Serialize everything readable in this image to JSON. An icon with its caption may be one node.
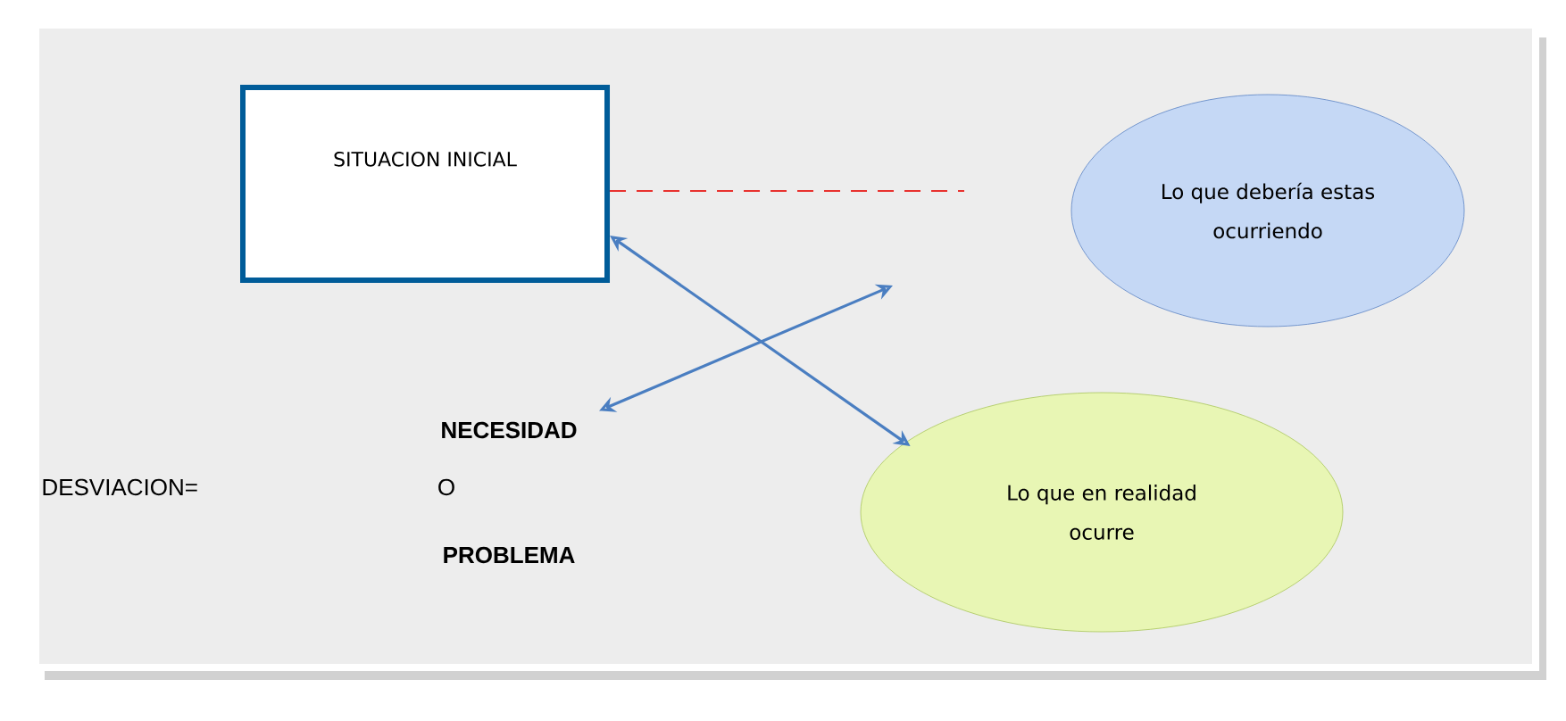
{
  "diagram": {
    "nodes": [
      {
        "text": [
          "SITUACION INICIAL"
        ]
      },
      {
        "text": [
          "Lo que debería estas ocurriendo"
        ]
      },
      {
        "text": [
          "Lo que en realidad ocurre"
        ]
      },
      {
        "text": [
          "NECESIDAD"
        ]
      }
    ],
    "edges": [
      {
        "from": 0,
        "to": 2,
        "arrow": "both"
      },
      {
        "from": 3,
        "to": null,
        "arrow": "both"
      },
      {
        "from": 0,
        "to": null,
        "arrow": "none",
        "style": "dashed",
        "color": "#e8322e"
      }
    ],
    "labels": [
      "DESVIACION=",
      "O",
      "PROBLEMA"
    ]
  }
}
